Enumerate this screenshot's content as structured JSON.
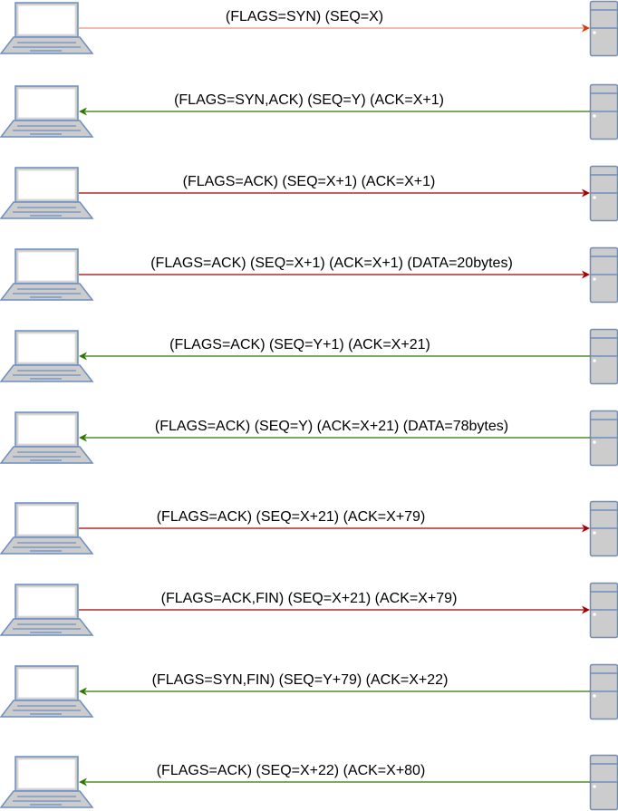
{
  "colors": {
    "syn_line": "#E6957A",
    "syn_head": "#D23C0A",
    "to_server": "#A20000",
    "to_client": "#2D7600",
    "device_stroke": "#6C8EBF",
    "device_fill": "#CCCCCC"
  },
  "messages": [
    {
      "label": "(FLAGS=SYN) (SEQ=X)",
      "direction": "to_server"
    },
    {
      "label": "(FLAGS=SYN,ACK) (SEQ=Y) (ACK=X+1)",
      "direction": "to_client"
    },
    {
      "label": "(FLAGS=ACK) (SEQ=X+1) (ACK=X+1)",
      "direction": "to_server"
    },
    {
      "label": "(FLAGS=ACK) (SEQ=X+1) (ACK=X+1) (DATA=20bytes)",
      "direction": "to_server"
    },
    {
      "label": "(FLAGS=ACK) (SEQ=Y+1) (ACK=X+21)",
      "direction": "to_client"
    },
    {
      "label": "(FLAGS=ACK) (SEQ=Y) (ACK=X+21) (DATA=78bytes)",
      "direction": "to_client"
    },
    {
      "label": "(FLAGS=ACK) (SEQ=X+21) (ACK=X+79)",
      "direction": "to_server"
    },
    {
      "label": "(FLAGS=ACK,FIN) (SEQ=X+21) (ACK=X+79)",
      "direction": "to_server"
    },
    {
      "label": "(FLAGS=SYN,FIN) (SEQ=Y+79) (ACK=X+22)",
      "direction": "to_client"
    },
    {
      "label": "(FLAGS=ACK) (SEQ=X+22) (ACK=X+80)",
      "direction": "to_client"
    }
  ]
}
